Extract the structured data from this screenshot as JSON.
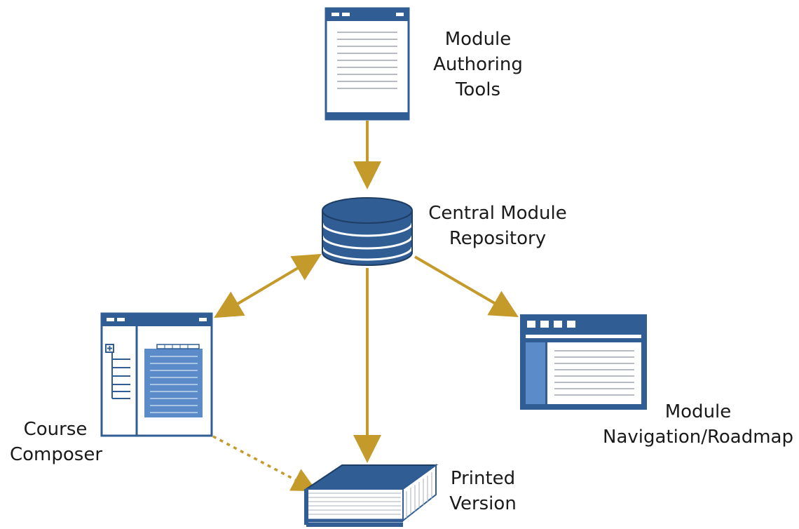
{
  "diagram": {
    "nodes": {
      "authoring": {
        "label_lines": [
          "Module",
          "Authoring",
          "Tools"
        ],
        "icon": "document-window-icon"
      },
      "repository": {
        "label_lines": [
          "Central Module",
          "Repository"
        ],
        "icon": "database-icon"
      },
      "composer": {
        "label_lines": [
          "Course",
          "Composer"
        ],
        "icon": "split-pane-window-icon"
      },
      "navigation": {
        "label_lines": [
          "Module",
          "Navigation/Roadmap"
        ],
        "icon": "browser-window-icon"
      },
      "printed": {
        "label_lines": [
          "Printed",
          "Version"
        ],
        "icon": "book-icon"
      }
    },
    "edges": [
      {
        "from": "authoring",
        "to": "repository",
        "style": "solid",
        "direction": "one-way"
      },
      {
        "from": "repository",
        "to": "composer",
        "style": "solid",
        "direction": "two-way"
      },
      {
        "from": "repository",
        "to": "navigation",
        "style": "solid",
        "direction": "one-way"
      },
      {
        "from": "repository",
        "to": "printed",
        "style": "solid",
        "direction": "one-way"
      },
      {
        "from": "composer",
        "to": "printed",
        "style": "dotted",
        "direction": "one-way"
      }
    ],
    "colors": {
      "icon_blue": "#2f5d94",
      "icon_light_blue": "#5b8bc9",
      "arrow_gold": "#c49a2b",
      "text": "#1a1a1a"
    }
  }
}
